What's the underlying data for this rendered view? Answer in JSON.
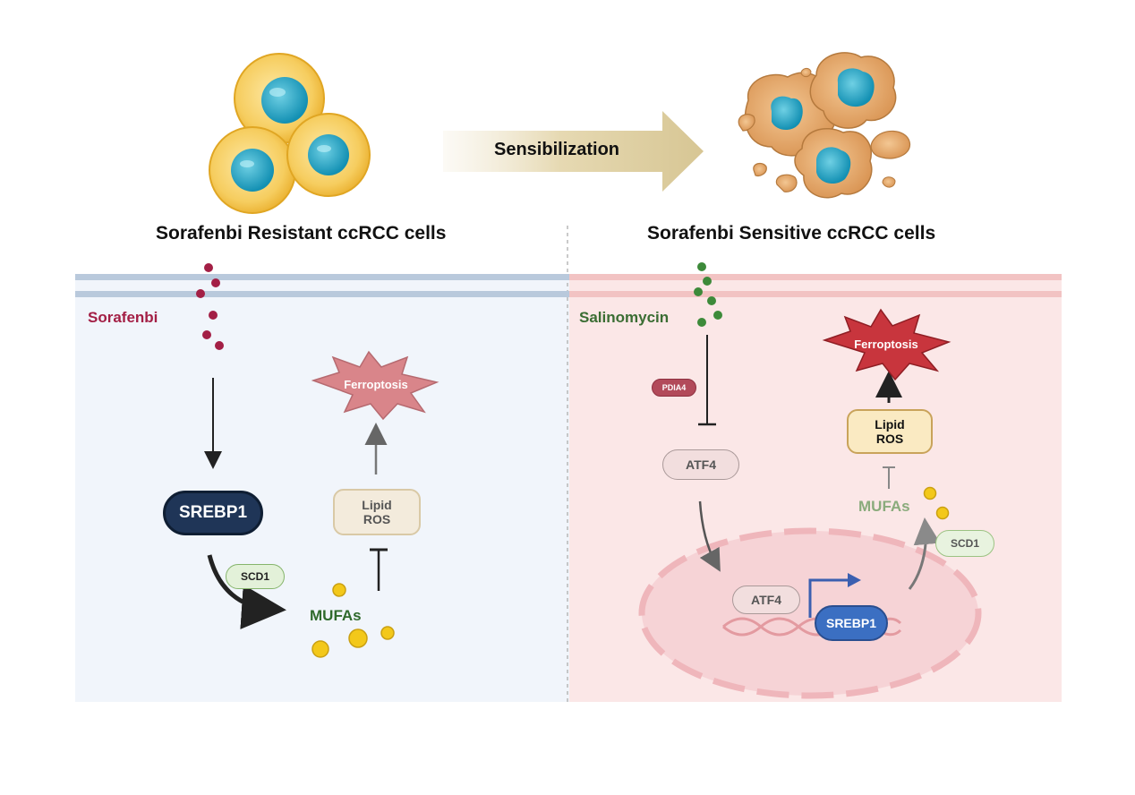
{
  "banner": {
    "arrow_label": "Sensibilization"
  },
  "left": {
    "title": "Sorafenbi Resistant ccRCC cells",
    "drug_label": "Sorafenbi",
    "ferroptosis": "Ferroptosis",
    "srebp1": "SREBP1",
    "scd1": "SCD1",
    "lipid": "Lipid",
    "ros": "ROS",
    "mufas": "MUFAs"
  },
  "right": {
    "title": "Sorafenbi Sensitive ccRCC cells",
    "drug_label": "Salinomycin",
    "pdia4": "PDIA4",
    "atf4_top": "ATF4",
    "atf4_nucleus": "ATF4",
    "srebp1": "SREBP1",
    "ferroptosis": "Ferroptosis",
    "lipid": "Lipid",
    "ros": "ROS",
    "mufas": "MUFAs",
    "scd1": "SCD1"
  },
  "colors": {
    "left_panel_bg": "#f1f5fb",
    "right_panel_bg": "#fbe7e7",
    "sorafenbi_dots": "#a31f45",
    "salinomycin_dots": "#3d8a3a",
    "mufa_dots": "#f3c81a",
    "srebp1_left": "#1f3557",
    "srebp1_right": "#3b6fc2"
  },
  "icons": [
    "resistant-cells-illustration",
    "sensitive-cells-illustration",
    "sensibilization-arrow",
    "dna-helix-icon",
    "transcription-arrow-icon"
  ]
}
